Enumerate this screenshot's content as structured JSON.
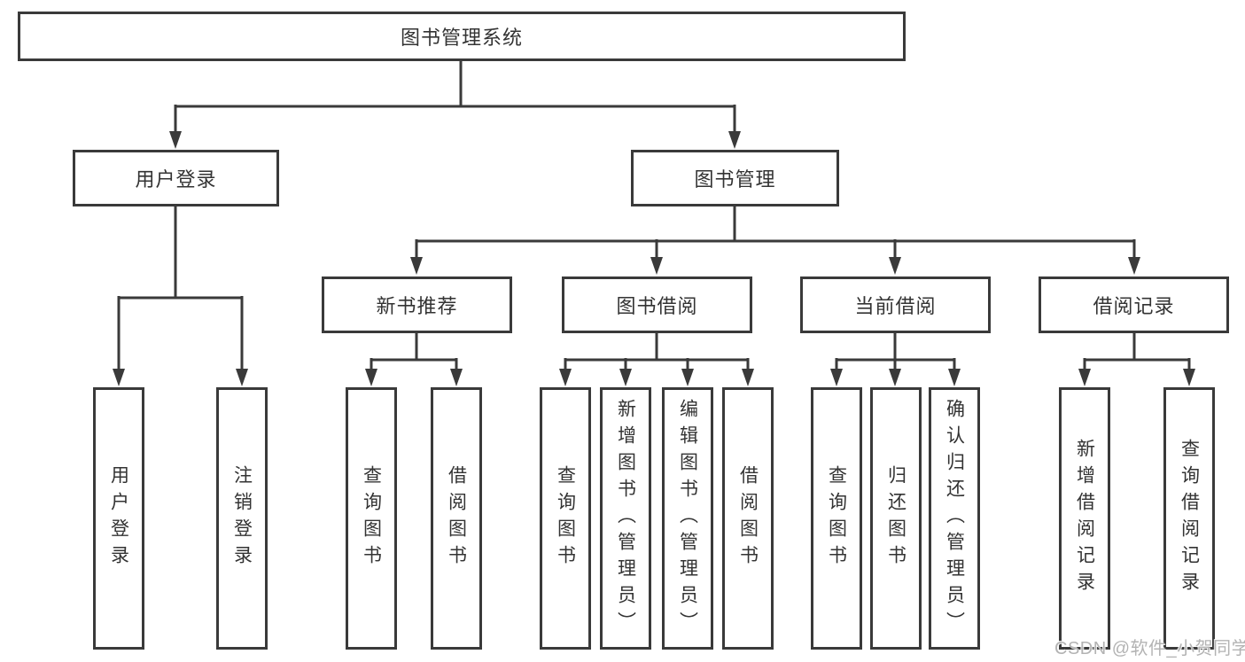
{
  "title_node": {
    "label": "图书管理系统"
  },
  "branches": [
    {
      "label": "用户登录",
      "children": [
        {
          "label": "用户登录"
        },
        {
          "label": "注销登录"
        }
      ]
    },
    {
      "label": "图书管理",
      "groups": [
        {
          "label": "新书推荐",
          "children": [
            {
              "label": "查询图书"
            },
            {
              "label": "借阅图书"
            }
          ]
        },
        {
          "label": "图书借阅",
          "children": [
            {
              "label": "查询图书"
            },
            {
              "label": "新增图书（管理员）"
            },
            {
              "label": "编辑图书（管理员）"
            },
            {
              "label": "借阅图书"
            }
          ]
        },
        {
          "label": "当前借阅",
          "children": [
            {
              "label": "查询图书"
            },
            {
              "label": "归还图书"
            },
            {
              "label": "确认归还（管理员）"
            }
          ]
        },
        {
          "label": "借阅记录",
          "children": [
            {
              "label": "新增借阅记录"
            },
            {
              "label": "查询借阅记录"
            }
          ]
        }
      ]
    }
  ],
  "watermark": {
    "text": "CSDN @软件_小贺同学"
  },
  "colors": {
    "line": "#3a3a3a",
    "text": "#333333",
    "watermark": "#b3b3b3",
    "background": "#ffffff"
  }
}
